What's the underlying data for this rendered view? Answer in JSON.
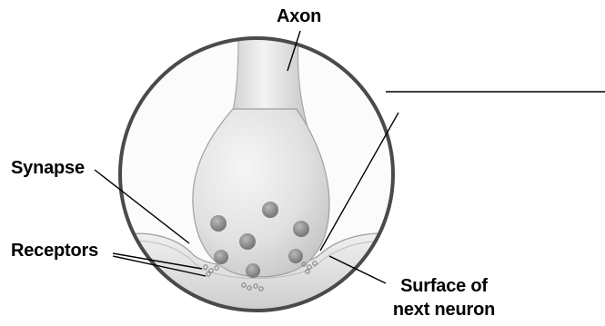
{
  "labels": {
    "axon": "Axon",
    "synapse": "Synapse",
    "receptors": "Receptors",
    "surface_line1": "Surface of",
    "surface_line2": "next neuron"
  },
  "colors": {
    "circle_outline": "#4a4a4a",
    "tissue_fill": "#dcdcdc",
    "tissue_highlight": "#f2f2f2",
    "vesicle": "#8a8a8a",
    "leader_line": "#000000"
  }
}
